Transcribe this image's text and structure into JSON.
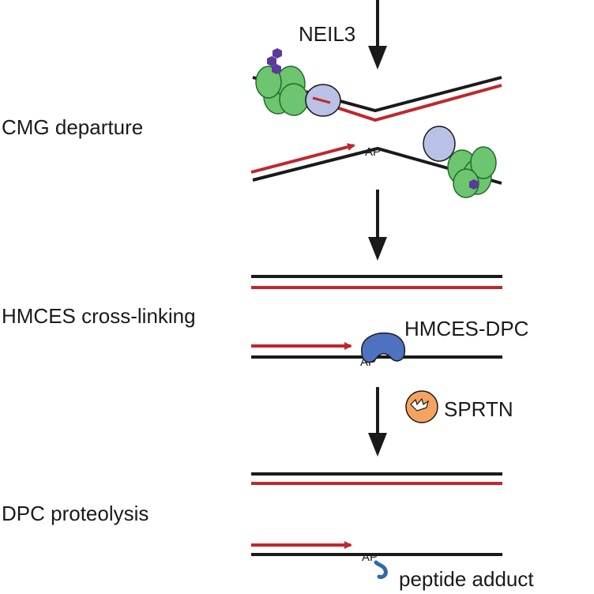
{
  "steps": {
    "cmg": "CMG departure",
    "hmces": "HMCES cross-linking",
    "proteolysis": "DPC proteolysis"
  },
  "proteins": {
    "neil3": "NEIL3",
    "hmces_dpc": "HMCES-DPC",
    "sprtn": "SPRTN",
    "peptide": "peptide adduct"
  },
  "site_labels": {
    "ap1": "AP",
    "ap2": "AP",
    "ap3": "AP"
  },
  "colors": {
    "dna_black": "#1a1a1a",
    "dna_red": "#c0272d",
    "cmg_green": "#6dc56f",
    "cmg_dark": "#1f6b2a",
    "helicase_blue": "#b9c1e6",
    "hmces_blue": "#4f72c0",
    "sprtn_orange": "#f4a460",
    "adduct_blue": "#2f6aa8",
    "ubiquitin_purple": "#5b3a9c"
  }
}
